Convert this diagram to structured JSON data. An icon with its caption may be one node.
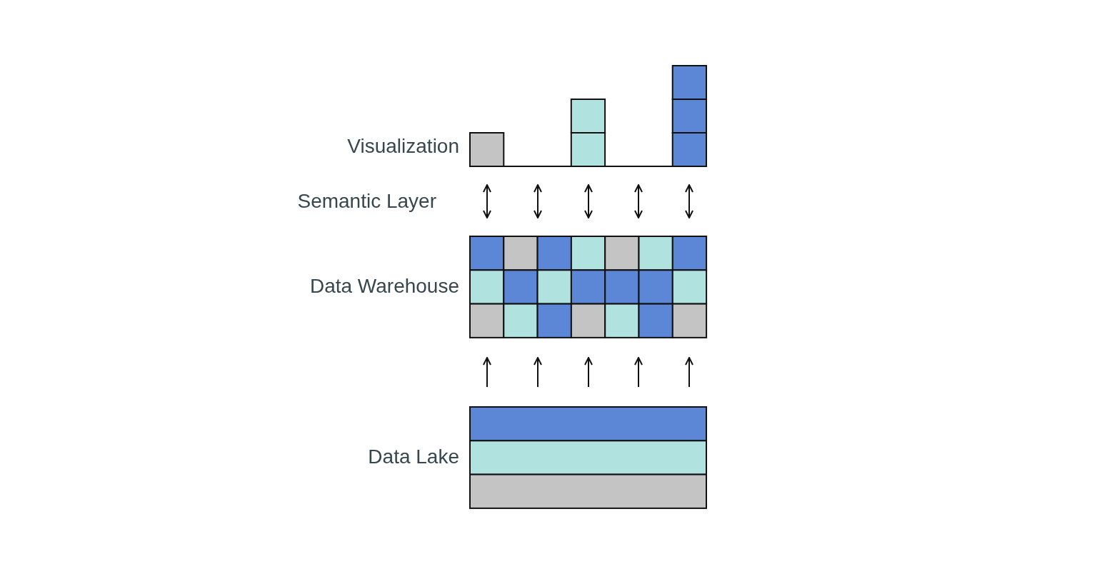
{
  "diagram": {
    "nodes": [
      {
        "text": [
          "Visualization"
        ]
      },
      {
        "text": [
          "Data Warehouse"
        ]
      },
      {
        "text": [
          "Data Lake"
        ]
      }
    ],
    "edges": [
      {
        "from": 1,
        "to": 0,
        "arrow": "both"
      },
      {
        "from": 1,
        "to": 0,
        "arrow": "both"
      },
      {
        "from": 1,
        "to": 0,
        "arrow": "both"
      },
      {
        "from": 1,
        "to": 0,
        "arrow": "both"
      },
      {
        "from": 1,
        "to": 0,
        "arrow": "both"
      },
      {
        "from": 2,
        "to": 1,
        "arrow": "to"
      },
      {
        "from": 2,
        "to": 1,
        "arrow": "to"
      },
      {
        "from": 2,
        "to": 1,
        "arrow": "to"
      },
      {
        "from": 2,
        "to": 1,
        "arrow": "to"
      },
      {
        "from": 2,
        "to": 1,
        "arrow": "to"
      }
    ],
    "labels": [
      "Semantic Layer"
    ]
  }
}
